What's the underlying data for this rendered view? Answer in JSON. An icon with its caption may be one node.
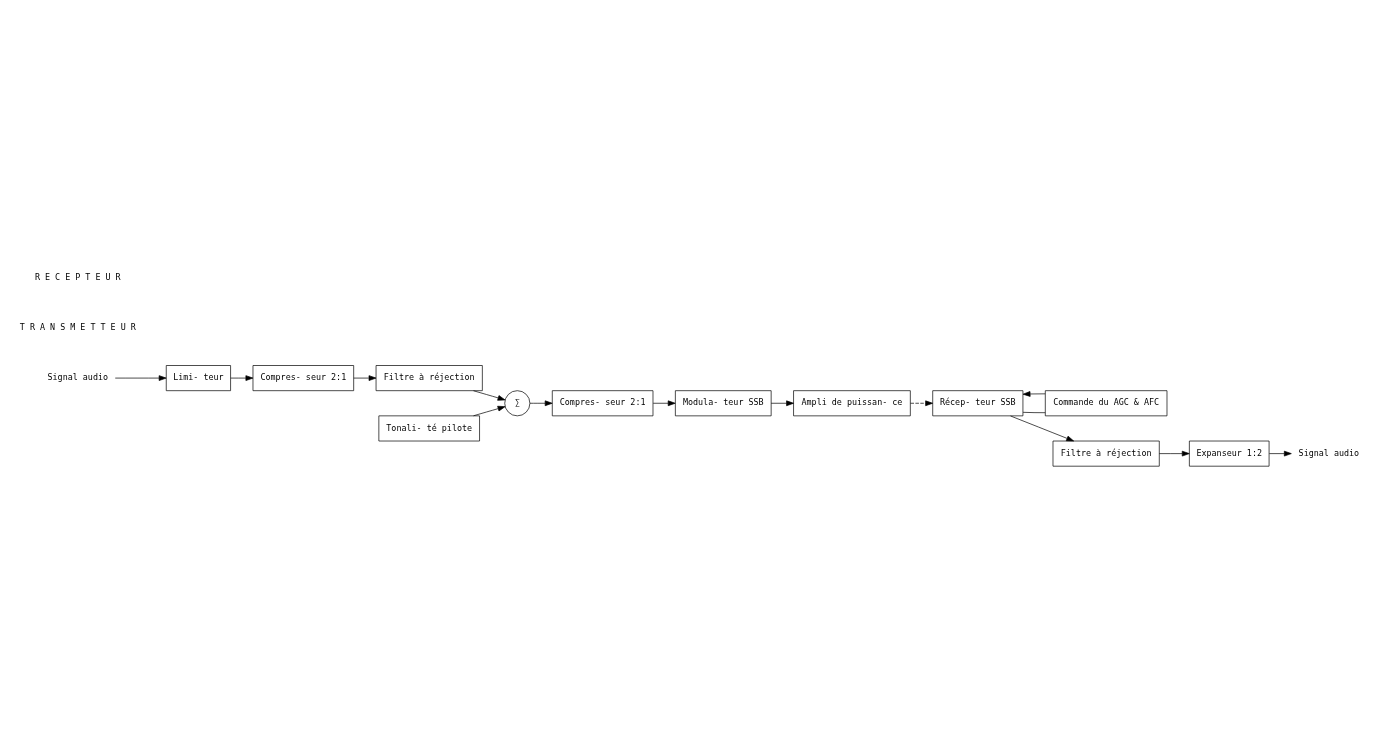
{
  "diagram": {
    "nodes": [
      {
        "text": [
          "Signal audio"
        ]
      },
      {
        "text": [
          "Limi- teur"
        ]
      },
      {
        "text": [
          "Compres- seur 2:1"
        ]
      },
      {
        "text": [
          "Filtre à réjection"
        ]
      },
      {
        "text": [
          "∑"
        ]
      },
      {
        "text": [
          "Tonali- té pilote"
        ]
      },
      {
        "text": [
          "Compres- seur 2:1"
        ]
      },
      {
        "text": [
          "Modula- teur SSB"
        ]
      },
      {
        "text": [
          "Ampli de puissan- ce"
        ]
      },
      {
        "text": [
          "Récep- teur SSB"
        ]
      },
      {
        "text": [
          "Commande du AGC & AFC"
        ]
      },
      {
        "text": [
          "Filtre à réjection"
        ]
      },
      {
        "text": [
          "Expanseur 1:2"
        ]
      },
      {
        "text": [
          "Signal audio"
        ]
      }
    ],
    "edges": [
      {
        "from": 0,
        "to": 1,
        "arrow": "to"
      },
      {
        "from": 1,
        "to": 2,
        "arrow": "to"
      },
      {
        "from": 2,
        "to": 3,
        "arrow": "to"
      },
      {
        "from": 3,
        "to": 4,
        "arrow": "to"
      },
      {
        "from": 5,
        "to": 4,
        "arrow": "to"
      },
      {
        "from": 4,
        "to": 6,
        "arrow": "to"
      },
      {
        "from": 6,
        "to": 7,
        "arrow": "to"
      },
      {
        "from": 7,
        "to": 8,
        "arrow": "to"
      },
      {
        "from": 8,
        "to": 9,
        "arrow": "to",
        "style": "dashed"
      },
      {
        "from": 9,
        "to": 11,
        "arrow": "to"
      },
      {
        "from": 9,
        "to": 10,
        "arrow": "none"
      },
      {
        "from": 10,
        "to": 9,
        "arrow": "to"
      },
      {
        "from": 11,
        "to": 12,
        "arrow": "to"
      },
      {
        "from": 12,
        "to": 13,
        "arrow": "to"
      }
    ],
    "labels": [
      "T R A N S M E T T E U R",
      "R E C E P T E U R"
    ]
  }
}
